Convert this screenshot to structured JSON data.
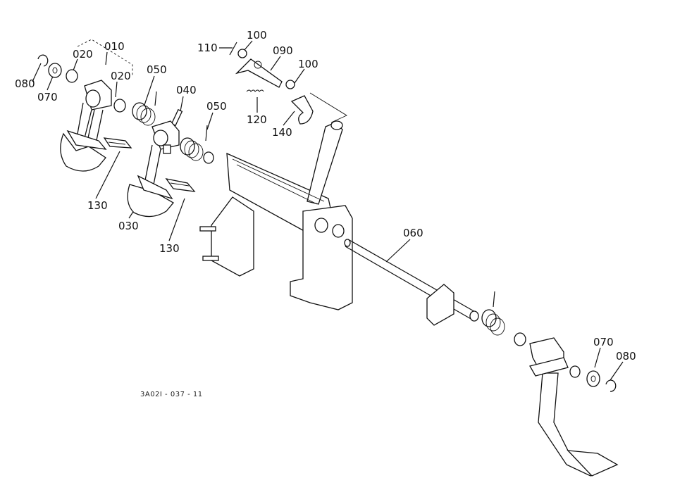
{
  "diagram": {
    "code": "3A02I - 037 - 11",
    "labels": {
      "p010": "010",
      "p020a": "020",
      "p020b": "020",
      "p030": "030",
      "p040": "040",
      "p050a": "050",
      "p050b": "050",
      "p060": "060",
      "p070a": "070",
      "p070b": "070",
      "p080a": "080",
      "p080b": "080",
      "p090": "090",
      "p100a": "100",
      "p100b": "100",
      "p110": "110",
      "p120": "120",
      "p130a": "130",
      "p130b": "130",
      "p140": "140"
    }
  }
}
